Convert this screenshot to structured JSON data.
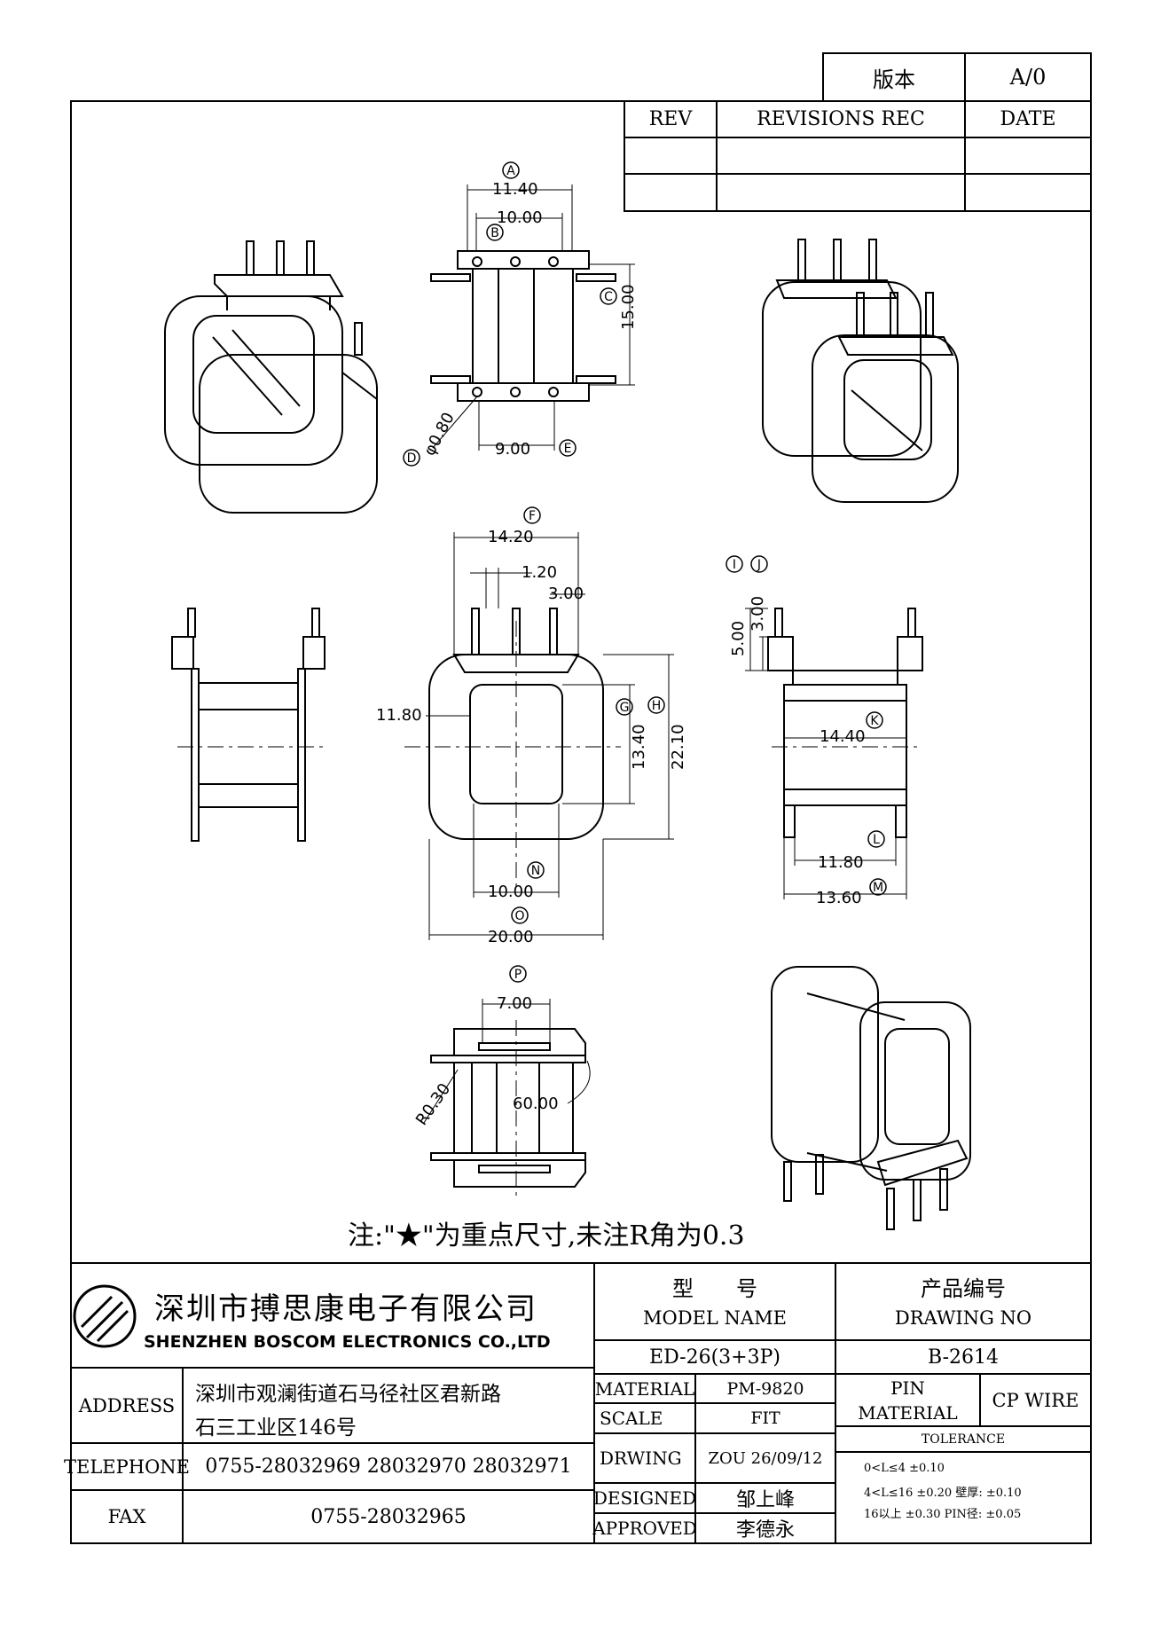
{
  "version_box": {
    "label": "版本",
    "value": "A/0"
  },
  "revision_table": {
    "headers": [
      "REV",
      "REVISIONS REC",
      "DATE"
    ]
  },
  "dimensions": {
    "A": "11.40",
    "B": "10.00",
    "C": "15.00",
    "D": "φ0.80",
    "E": "9.00",
    "F": "14.20",
    "f1": "1.20",
    "f2": "3.00",
    "G": "13.40",
    "H": "22.10",
    "g_left": "11.80",
    "I": "5.00",
    "J": "3.00",
    "K": "14.40",
    "L": "11.80",
    "M": "13.60",
    "N": "10.00",
    "O": "20.00",
    "P": "7.00",
    "R": "R0.30",
    "angle": "60.00"
  },
  "markers": [
    "A",
    "B",
    "C",
    "D",
    "E",
    "F",
    "G",
    "H",
    "I",
    "J",
    "K",
    "L",
    "M",
    "N",
    "O",
    "P"
  ],
  "note": "注:\"★\"为重点尺寸,未注R角为0.3",
  "company": {
    "name_cn": "深圳市搏思康电子有限公司",
    "name_en": "SHENZHEN BOSCOM ELECTRONICS CO.,LTD"
  },
  "address": {
    "label": "ADDRESS",
    "line1": "深圳市观澜街道石马径社区君新路",
    "line2": "石三工业区146号"
  },
  "telephone": {
    "label": "TELEPHONE",
    "value": "0755-28032969 28032970 28032971"
  },
  "fax": {
    "label": "FAX",
    "value": "0755-28032965"
  },
  "model": {
    "label_cn": "型　　号",
    "label_en": "MODEL NAME",
    "value": "ED-26(3+3P)"
  },
  "drawing_no": {
    "label_cn": "产品编号",
    "label_en": "DRAWING NO",
    "value": "B-2614"
  },
  "material": {
    "label": "MATERIAL",
    "value": "PM-9820"
  },
  "scale": {
    "label": "SCALE",
    "value": "FIT"
  },
  "drwing": {
    "label": "DRWING",
    "value": "ZOU 26/09/12"
  },
  "designed": {
    "label": "DESIGNED",
    "value": "邹上峰"
  },
  "approved": {
    "label": "APPROVED",
    "value": "李德永"
  },
  "pin_material": {
    "label_line1": "PIN",
    "label_line2": "MATERIAL",
    "value": "CP WIRE"
  },
  "tolerance": {
    "label": "TOLERANCE",
    "row1": "0<L≤4  ±0.10",
    "row2": "4<L≤16  ±0.20  壁厚:  ±0.10",
    "row3": "16以上    ±0.30  PIN径: ±0.05"
  }
}
